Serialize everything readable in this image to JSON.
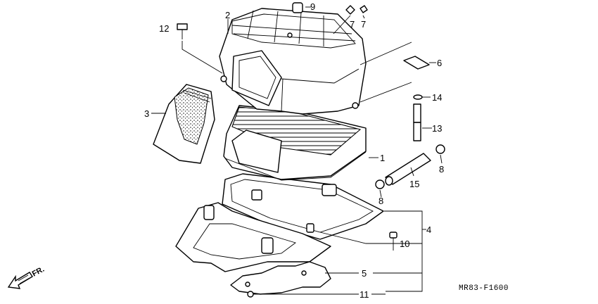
{
  "callouts": [
    {
      "id": "c1",
      "label": "1"
    },
    {
      "id": "c2",
      "label": "2"
    },
    {
      "id": "c3",
      "label": "3"
    },
    {
      "id": "c4",
      "label": "4"
    },
    {
      "id": "c5",
      "label": "5"
    },
    {
      "id": "c6",
      "label": "6"
    },
    {
      "id": "c7a",
      "label": "7"
    },
    {
      "id": "c7b",
      "label": "7"
    },
    {
      "id": "c8a",
      "label": "8"
    },
    {
      "id": "c8b",
      "label": "8"
    },
    {
      "id": "c9",
      "label": "9"
    },
    {
      "id": "c10",
      "label": "10"
    },
    {
      "id": "c11",
      "label": "11"
    },
    {
      "id": "c12",
      "label": "12"
    },
    {
      "id": "c13",
      "label": "13"
    },
    {
      "id": "c14",
      "label": "14"
    },
    {
      "id": "c15",
      "label": "15"
    }
  ],
  "direction_label": "FR.",
  "diagram_code": "MR83-F1600"
}
